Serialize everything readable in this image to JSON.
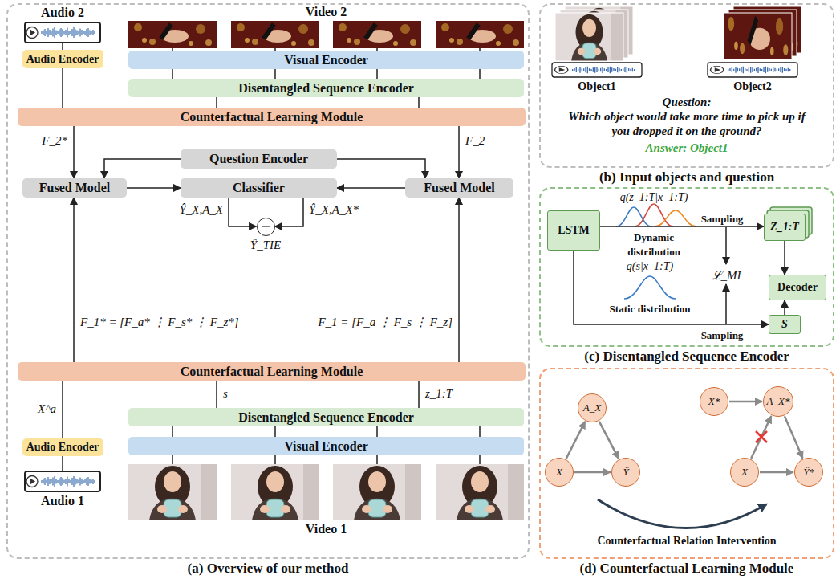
{
  "diagram": {
    "nodes": [
      {
        "text": [
          "(a) Overview of our method"
        ]
      },
      {
        "text": [
          "Audio 2"
        ],
        "in": 0
      },
      {
        "text": [
          "Video 2"
        ],
        "in": 0
      },
      {
        "text": [
          "Audio Encoder"
        ],
        "in": 0
      },
      {
        "text": [
          "Visual Encoder"
        ],
        "in": 0
      },
      {
        "text": [
          "Disentangled Sequence Encoder"
        ],
        "in": 0
      },
      {
        "text": [
          "Counterfactual Learning Module"
        ],
        "in": 0
      },
      {
        "text": [
          "Question Encoder"
        ],
        "in": 0
      },
      {
        "text": [
          "Fused Model"
        ],
        "in": 0
      },
      {
        "text": [
          "Classifier"
        ],
        "in": 0
      },
      {
        "text": [
          "Fused Model"
        ],
        "in": 0
      },
      {
        "text": [
          "−"
        ],
        "in": 0
      },
      {
        "text": [
          "Counterfactual Learning Module"
        ],
        "in": 0
      },
      {
        "text": [
          "Disentangled Sequence Encoder"
        ],
        "in": 0
      },
      {
        "text": [
          "Visual Encoder"
        ],
        "in": 0
      },
      {
        "text": [
          "Audio Encoder"
        ],
        "in": 0
      },
      {
        "text": [
          "Audio 1"
        ],
        "in": 0
      },
      {
        "text": [
          "Video 1"
        ],
        "in": 0
      },
      {
        "text": [
          "(b) Input objects and question"
        ]
      },
      {
        "text": [
          "Object1"
        ],
        "in": 18
      },
      {
        "text": [
          "Object2"
        ],
        "in": 18
      },
      {
        "text": [
          "(c) Disentangled Sequence Encoder"
        ]
      },
      {
        "text": [
          "LSTM"
        ],
        "in": 21
      },
      {
        "text": [
          "Z_1:T"
        ],
        "in": 21
      },
      {
        "text": [
          "Decoder"
        ],
        "in": 21
      },
      {
        "text": [
          "S"
        ],
        "in": 21
      },
      {
        "text": [
          "(d) Counterfactual Learning Module"
        ]
      },
      {
        "text": [
          "A_X"
        ],
        "in": 26
      },
      {
        "text": [
          "X"
        ],
        "in": 26
      },
      {
        "text": [
          "Ŷ"
        ],
        "in": 26
      },
      {
        "text": [
          "X*"
        ],
        "in": 26
      },
      {
        "text": [
          "A_X*"
        ],
        "in": 26
      },
      {
        "text": [
          "X"
        ],
        "in": 26
      },
      {
        "text": [
          "Ŷ*"
        ],
        "in": 26
      }
    ],
    "edges": [
      {
        "from": 1,
        "to": 3,
        "arrow": "none"
      },
      {
        "from": 2,
        "to": 4,
        "arrow": "none"
      },
      {
        "from": 2,
        "to": 4,
        "arrow": "none"
      },
      {
        "from": 2,
        "to": 4,
        "arrow": "none"
      },
      {
        "from": 2,
        "to": 4,
        "arrow": "none"
      },
      {
        "from": 4,
        "to": 5,
        "arrow": "none"
      },
      {
        "from": 4,
        "to": 5,
        "arrow": "none"
      },
      {
        "from": 4,
        "to": 5,
        "arrow": "none"
      },
      {
        "from": 4,
        "to": 5,
        "arrow": "none"
      },
      {
        "from": 5,
        "to": 6,
        "arrow": "none"
      },
      {
        "from": 5,
        "to": 6,
        "arrow": "none"
      },
      {
        "from": 3,
        "to": 6,
        "arrow": "none"
      },
      {
        "from": 6,
        "to": 8,
        "arrow": "to",
        "label": "F_2*"
      },
      {
        "from": 6,
        "to": 10,
        "arrow": "to",
        "label": "F_2"
      },
      {
        "from": 7,
        "to": 8,
        "arrow": "to"
      },
      {
        "from": 7,
        "to": 10,
        "arrow": "to"
      },
      {
        "from": 8,
        "to": 9,
        "arrow": "to"
      },
      {
        "from": 10,
        "to": 9,
        "arrow": "to"
      },
      {
        "from": 9,
        "to": 11,
        "arrow": "to",
        "label": "Ŷ_X,A_X"
      },
      {
        "from": 9,
        "to": 11,
        "arrow": "to",
        "label": "Ŷ_X,A_X*"
      },
      {
        "from": 12,
        "to": 8,
        "arrow": "to",
        "label": "F_1* = [F_a* ⋮ F_s* ⋮ F_z*]"
      },
      {
        "from": 12,
        "to": 10,
        "arrow": "to",
        "label": "F_1 = [F_a ⋮ F_s ⋮ F_z]"
      },
      {
        "from": 13,
        "to": 12,
        "arrow": "none",
        "label": "s"
      },
      {
        "from": 13,
        "to": 12,
        "arrow": "none",
        "label": "z_1:T"
      },
      {
        "from": 14,
        "to": 13,
        "arrow": "none"
      },
      {
        "from": 14,
        "to": 13,
        "arrow": "none"
      },
      {
        "from": 14,
        "to": 13,
        "arrow": "none"
      },
      {
        "from": 14,
        "to": 13,
        "arrow": "none"
      },
      {
        "from": 17,
        "to": 14,
        "arrow": "none"
      },
      {
        "from": 17,
        "to": 14,
        "arrow": "none"
      },
      {
        "from": 17,
        "to": 14,
        "arrow": "none"
      },
      {
        "from": 17,
        "to": 14,
        "arrow": "none"
      },
      {
        "from": 15,
        "to": 12,
        "arrow": "none",
        "label": "X^a"
      },
      {
        "from": 16,
        "to": 15,
        "arrow": "none"
      },
      {
        "from": 22,
        "to": 23,
        "arrow": "to",
        "label": "Sampling"
      },
      {
        "from": 22,
        "to": 25,
        "arrow": "to",
        "label": "Sampling"
      },
      {
        "from": 23,
        "to": 24,
        "arrow": "to"
      },
      {
        "from": 25,
        "to": 24,
        "arrow": "to"
      },
      {
        "from": 28,
        "to": 27,
        "arrow": "to"
      },
      {
        "from": 27,
        "to": 29,
        "arrow": "to"
      },
      {
        "from": 28,
        "to": 29,
        "arrow": "to"
      },
      {
        "from": 30,
        "to": 31,
        "arrow": "to"
      },
      {
        "from": 32,
        "to": 31,
        "arrow": "to"
      },
      {
        "from": 31,
        "to": 33,
        "arrow": "to"
      },
      {
        "from": 32,
        "to": 33,
        "arrow": "to"
      }
    ],
    "labels": [
      "Ŷ_TIE",
      "Question:",
      "Which object would take more time to pick up if you dropped it on the ground?",
      "Answer: Object1",
      "q(z_1:T|x_1:T)",
      "Dynamic distribution",
      "q(s|x_1:T)",
      "Static distribution",
      "ℒ_MI",
      "Counterfactual Relation Intervention"
    ]
  }
}
